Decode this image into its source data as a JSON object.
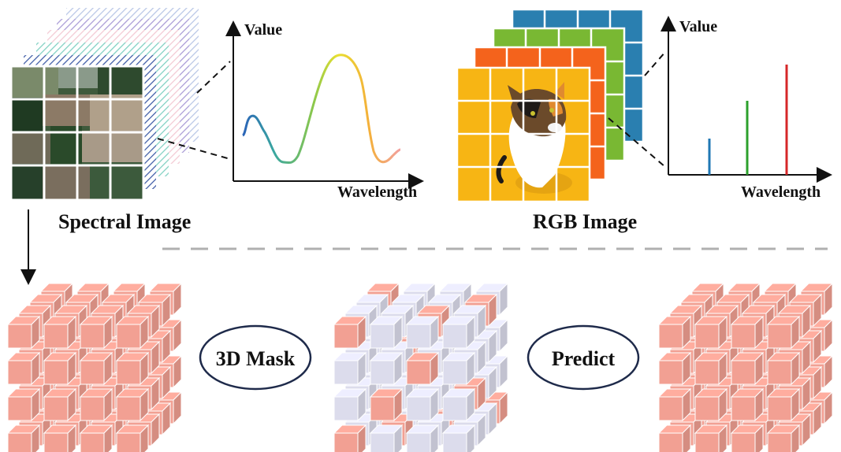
{
  "spectral_panel": {
    "caption": "Spectral Image",
    "plot": {
      "y_label": "Value",
      "x_label": "Wavelength",
      "curve_colors": [
        "#2a63b8",
        "#3aa7a0",
        "#8cc84b",
        "#e8e030",
        "#f4b03a",
        "#f2a0a0"
      ]
    }
  },
  "rgb_panel": {
    "caption": "RGB Image",
    "plot": {
      "y_label": "Value",
      "x_label": "Wavelength",
      "bar_colors": [
        "#1f77b4",
        "#2ca02c",
        "#d62728"
      ]
    },
    "layer_colors": [
      "#2a7fb0",
      "#79b833",
      "#f4631c",
      "#f7b514"
    ]
  },
  "steps": {
    "mask_label": "3D Mask",
    "predict_label": "Predict"
  },
  "colors": {
    "cube_visible": "#f2a093",
    "cube_masked": "#dcdcec",
    "divider": "#b0b0b0",
    "ellipse_border": "#1e2a4a"
  }
}
